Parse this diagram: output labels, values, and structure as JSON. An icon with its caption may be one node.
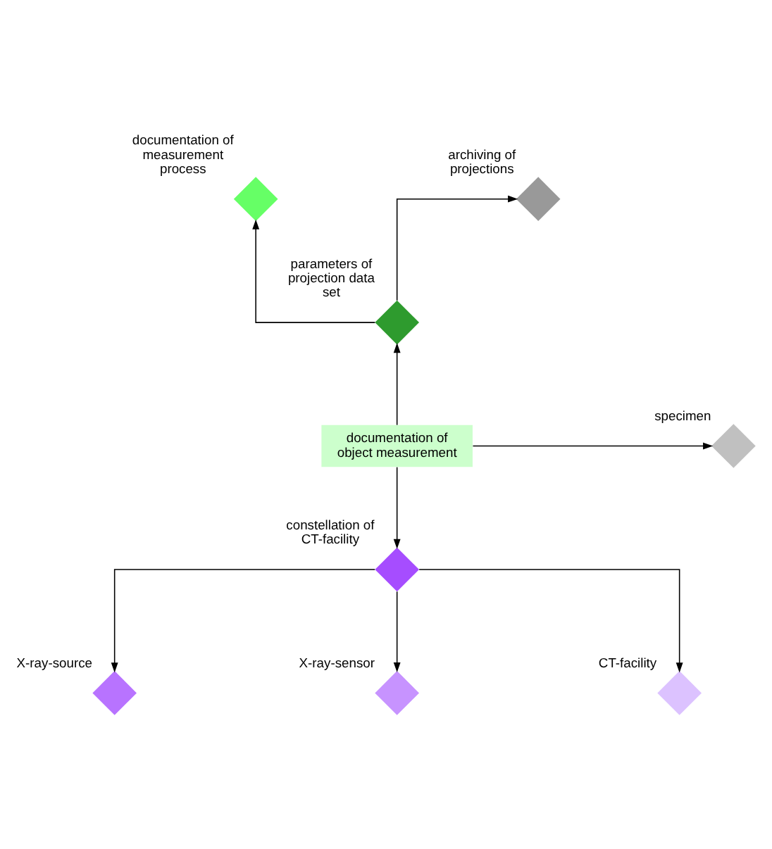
{
  "diagram": {
    "nodes": [
      {
        "text": [],
        "shape": "diamond",
        "beside": [
          "documentation of measurement process"
        ]
      },
      {
        "text": [],
        "shape": "diamond",
        "beside": [
          "archiving of projections"
        ]
      },
      {
        "text": [],
        "shape": "diamond",
        "beside": [
          "parameters of projection data set"
        ]
      },
      {
        "text": [
          "documentation of object measurement"
        ]
      },
      {
        "text": [],
        "shape": "diamond",
        "beside": [
          "specimen"
        ]
      },
      {
        "text": [],
        "shape": "diamond",
        "beside": [
          "constellation of CT-facility"
        ]
      },
      {
        "text": [],
        "shape": "diamond",
        "beside": [
          "X-ray-source"
        ]
      },
      {
        "text": [],
        "shape": "diamond",
        "beside": [
          "X-ray-sensor"
        ]
      },
      {
        "text": [],
        "shape": "diamond",
        "beside": [
          "CT-facility"
        ]
      }
    ],
    "edges": [
      {
        "from": 2,
        "to": 0,
        "arrow": "to"
      },
      {
        "from": 2,
        "to": 1,
        "arrow": "to"
      },
      {
        "from": 3,
        "to": 2,
        "arrow": "to"
      },
      {
        "from": 3,
        "to": 4,
        "arrow": "to"
      },
      {
        "from": 3,
        "to": 5,
        "arrow": "to"
      },
      {
        "from": 5,
        "to": 6,
        "arrow": "to"
      },
      {
        "from": 5,
        "to": 7,
        "arrow": "to"
      },
      {
        "from": 5,
        "to": 8,
        "arrow": "to"
      }
    ]
  }
}
